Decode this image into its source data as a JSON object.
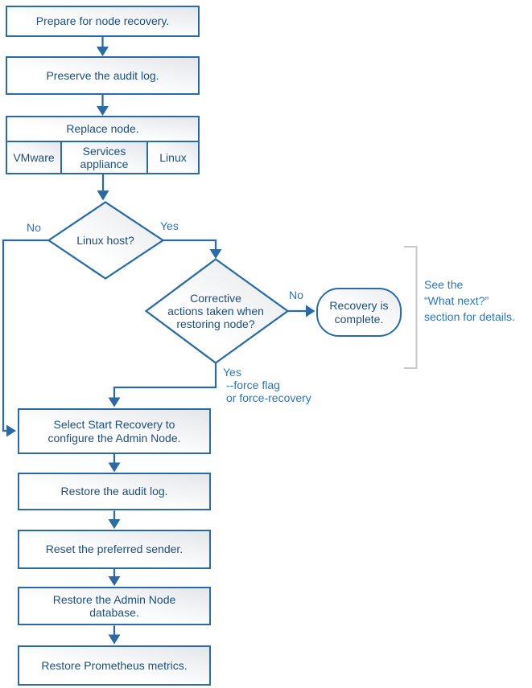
{
  "colors": {
    "line": "#2a6ba5",
    "box_text": "#1f4e79",
    "label_text": "#2e74b5",
    "bracket": "#c9c9c9"
  },
  "boxes": {
    "prepare": {
      "label": "Prepare for node recovery."
    },
    "preserve": {
      "label": "Preserve the audit log."
    },
    "replace": {
      "label": "Replace node.",
      "options": [
        {
          "label": "VMware"
        },
        {
          "label": "Services appliance"
        },
        {
          "label": "Linux"
        }
      ]
    },
    "start_recovery": {
      "lines": [
        "Select Start Recovery to",
        "configure the Admin Node."
      ]
    },
    "restore_audit": {
      "label": "Restore the audit log."
    },
    "reset_sender": {
      "label": "Reset the preferred sender."
    },
    "restore_db": {
      "lines": [
        "Restore the Admin Node",
        "database."
      ]
    },
    "restore_metrics": {
      "label": "Restore Prometheus metrics."
    }
  },
  "decisions": {
    "linux_host": {
      "label": "Linux host?",
      "no": "No",
      "yes": "Yes"
    },
    "corrective_actions": {
      "lines": [
        "Corrective",
        "actions taken when",
        "restoring node?"
      ],
      "no": "No",
      "yes": "Yes",
      "yes_annotation": [
        "--force flag",
        "or force-recovery"
      ]
    }
  },
  "terminator": {
    "lines": [
      "Recovery is",
      "complete."
    ]
  },
  "note": {
    "lines": [
      "See the",
      "“What next?”",
      "section for details."
    ]
  }
}
